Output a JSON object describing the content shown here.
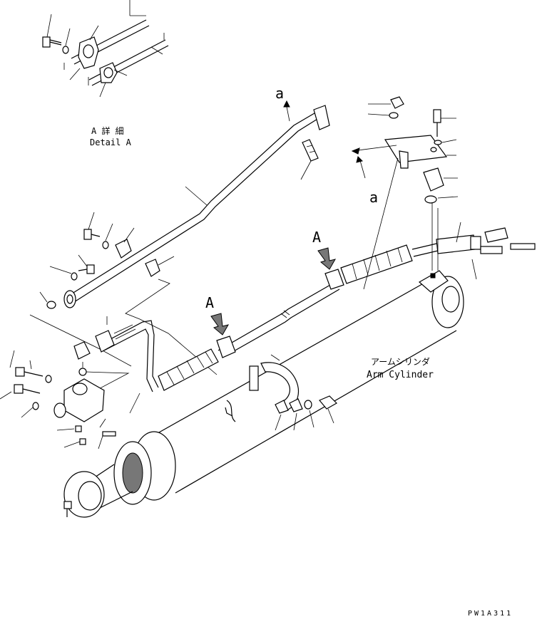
{
  "labels": {
    "detail_title_jp": "A 詳 細",
    "detail_title_en": "Detail A",
    "section_marker": "A",
    "ref_a": "a",
    "arm_cylinder_jp": "アームシリンダ",
    "arm_cylinder_en": "Arm Cylinder",
    "drawing_code": "PW1A311"
  }
}
